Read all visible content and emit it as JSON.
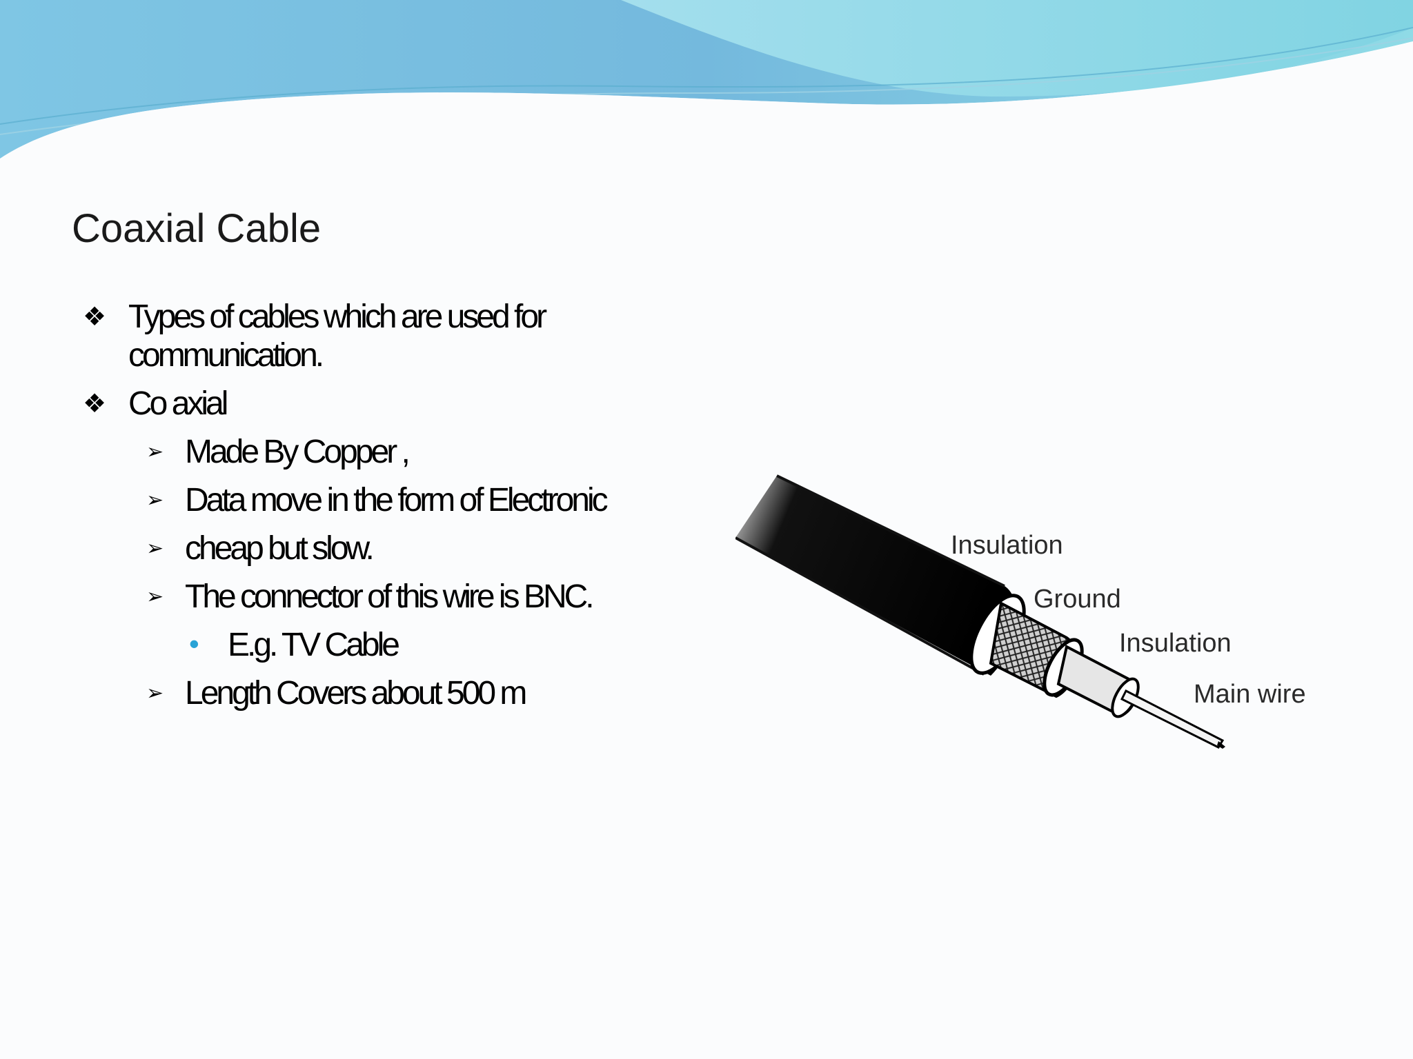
{
  "slide": {
    "title": "Coaxial Cable",
    "bullets": [
      {
        "level": 1,
        "marker": "❖",
        "text": "Types of cables which are used for communication."
      },
      {
        "level": 1,
        "marker": "❖",
        "text": "Co axial"
      },
      {
        "level": 2,
        "marker": "➢",
        "text": "Made By Copper ,"
      },
      {
        "level": 2,
        "marker": "➢",
        "text": "Data move in the form of Electronic"
      },
      {
        "level": 2,
        "marker": "➢",
        "text": "cheap but slow."
      },
      {
        "level": 2,
        "marker": "➢",
        "text": "The connector of this wire is BNC."
      },
      {
        "level": 3,
        "marker": "•",
        "text": "E.g. TV Cable"
      },
      {
        "level": 2,
        "marker": "➢",
        "text": "Length Covers about 500 m"
      }
    ]
  },
  "figure": {
    "labels": {
      "outer_insulation": "Insulation",
      "ground": "Ground",
      "inner_insulation": "Insulation",
      "main_wire": "Main wire"
    }
  },
  "colors": {
    "wave_dark": "#6fb8da",
    "wave_light": "#8fd9e6",
    "bullet_level3": "#29a3d6"
  }
}
